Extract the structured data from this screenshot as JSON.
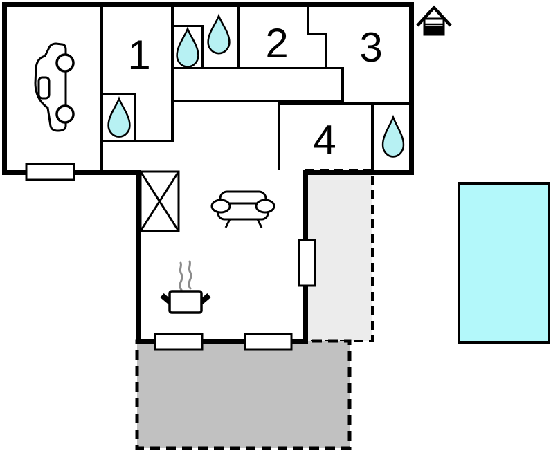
{
  "rooms": [
    {
      "number": "1"
    },
    {
      "number": "2"
    },
    {
      "number": "3"
    },
    {
      "number": "4"
    }
  ],
  "icons": [
    "car-icon",
    "water-drop-icon",
    "sofa-icon",
    "cooking-pot-icon",
    "steam-icon",
    "wardrobe-cross-icon",
    "entrance-house-icon",
    "window-marker",
    "pool",
    "terrace-dark",
    "terrace-light"
  ],
  "colors": {
    "wall": "#000000",
    "water_drop": "#b7f1f3",
    "pool": "#b3f8fa",
    "terrace_dark": "#c1c1c1",
    "terrace_light": "#ececec",
    "steam": "#8c8c8c"
  }
}
